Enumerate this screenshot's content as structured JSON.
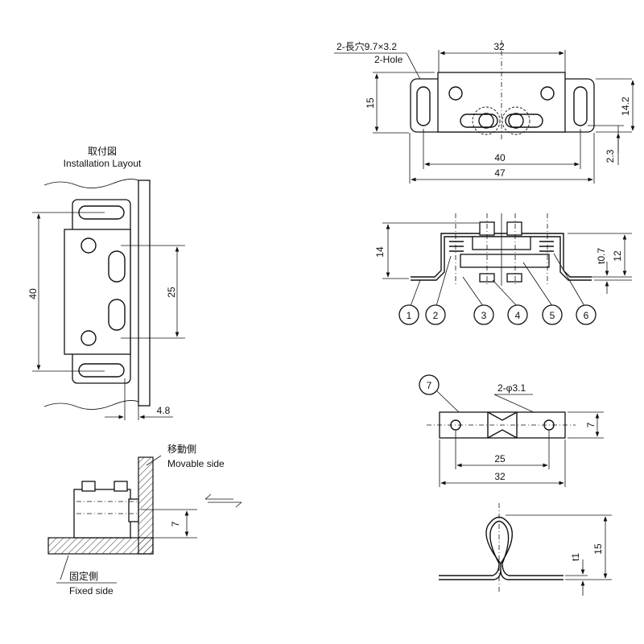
{
  "installation": {
    "title_jp": "取付図",
    "title_en": "Installation Layout",
    "dim_height": "40",
    "dim_hole_pitch": "25",
    "dim_offset": "4.8"
  },
  "side_view": {
    "movable_jp": "移動側",
    "movable_en": "Movable side",
    "fixed_jp": "固定側",
    "fixed_en": "Fixed side",
    "dim_height": "7"
  },
  "top_view": {
    "hole_note_jp": "2-長穴9.7×3.2",
    "hole_note_en": "2-Hole",
    "dim_top_width": "32",
    "dim_left_height": "15",
    "dim_right_height": "14.2",
    "dim_slot_pitch": "40",
    "dim_total_width": "47",
    "dim_offset": "2.3"
  },
  "front_view": {
    "dim_height": "14",
    "dim_thickness": "t0.7",
    "dim_body_height": "12",
    "part_numbers": [
      "1",
      "2",
      "3",
      "4",
      "5",
      "6"
    ]
  },
  "strike_plate": {
    "part_number": "7",
    "hole_note": "2-φ3.1",
    "dim_height": "7",
    "dim_hole_pitch": "25",
    "dim_width": "32"
  },
  "strike_profile": {
    "dim_thickness": "t1",
    "dim_height": "15"
  }
}
